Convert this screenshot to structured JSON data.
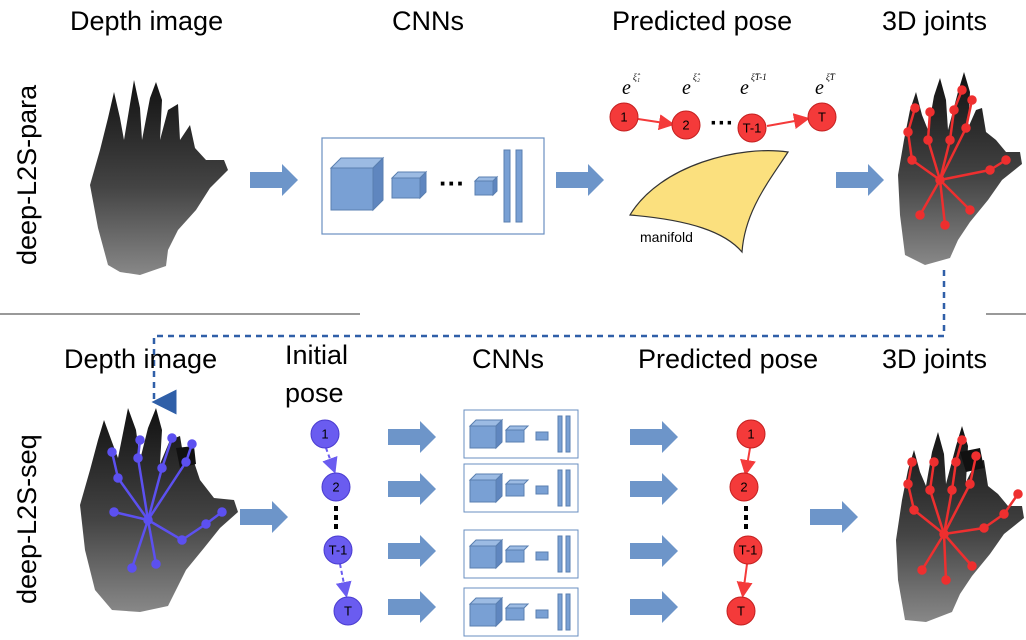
{
  "top": {
    "row_label": "deep-L2S-para",
    "headers": {
      "depth": "Depth image",
      "cnns": "CNNs",
      "pred": "Predicted pose",
      "joints": "3D joints"
    },
    "manifold_label": "manifold",
    "nodes": [
      "1",
      "2",
      "T-1",
      "T"
    ],
    "exp_base": "e",
    "exp_sup": [
      "ξ̂₁",
      "ξ̂₂",
      "ξ̂T-1",
      "ξ̂T"
    ]
  },
  "bottom": {
    "row_label": "deep-L2S-seq",
    "headers": {
      "depth": "Depth image",
      "init1": "Initial",
      "init2": "pose",
      "cnns": "CNNs",
      "pred": "Predicted pose",
      "joints": "3D joints"
    },
    "init_nodes": [
      "1",
      "2",
      "T-1",
      "T"
    ],
    "pred_nodes": [
      "1",
      "2",
      "T-1",
      "T"
    ]
  },
  "colors": {
    "arrow": "#6d95c9",
    "cube": "#79a0d4",
    "red_node": "#f43a3a",
    "blue_node": "#6a5cf0",
    "manifold": "#fbe07e",
    "skeleton_red": "#ee2f2f",
    "skeleton_blue": "#5c50f0"
  }
}
